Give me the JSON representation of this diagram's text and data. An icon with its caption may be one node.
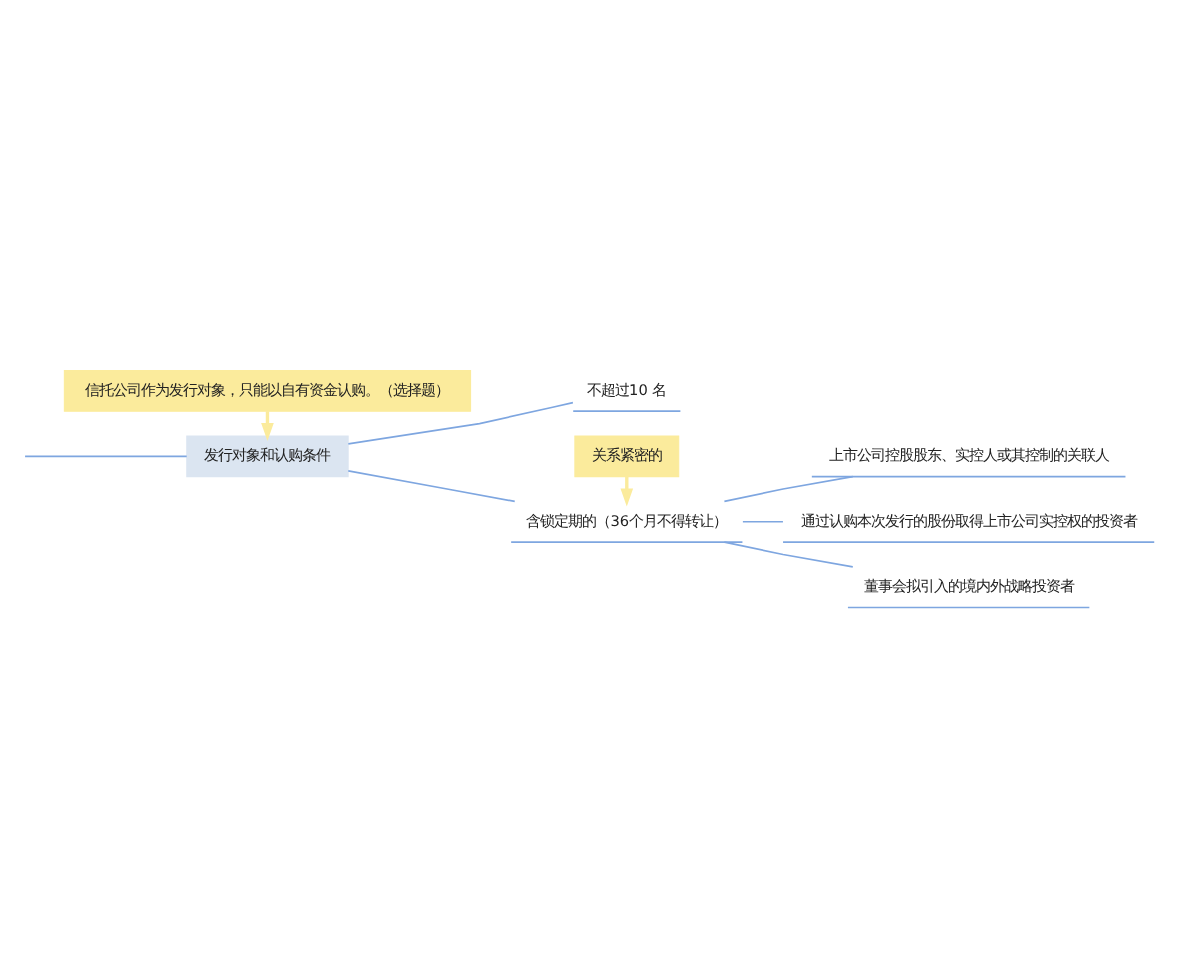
{
  "diagram": {
    "nodes": [
      {
        "text": [
          "信托公司作为发行对象，只能以自有资金认购。（选择题）"
        ]
      },
      {
        "text": [
          "发行对象和认购条件"
        ]
      },
      {
        "text": [
          "不超过10 名"
        ]
      },
      {
        "text": [
          "关系紧密的"
        ]
      },
      {
        "text": [
          "含锁定期的（36个月不得转让）"
        ]
      },
      {
        "text": [
          "上市公司控股股东、实控人或其控制的关联人"
        ]
      },
      {
        "text": [
          "通过认购本次发行的股份取得上市公司实控权的投资者"
        ]
      },
      {
        "text": [
          "董事会拟引入的境内外战略投资者"
        ]
      }
    ],
    "edges": [
      {
        "from": null,
        "to": 1,
        "arrow": "none"
      },
      {
        "from": 0,
        "to": 1,
        "arrow": "to",
        "color": "#fbeb9c"
      },
      {
        "from": 1,
        "to": 2,
        "arrow": "none"
      },
      {
        "from": 1,
        "to": 4,
        "arrow": "none"
      },
      {
        "from": 3,
        "to": 4,
        "arrow": "to",
        "color": "#fbeb9c"
      },
      {
        "from": 4,
        "to": 5,
        "arrow": "none"
      },
      {
        "from": 4,
        "to": 6,
        "arrow": "none"
      },
      {
        "from": 4,
        "to": 7,
        "arrow": "none"
      }
    ]
  }
}
